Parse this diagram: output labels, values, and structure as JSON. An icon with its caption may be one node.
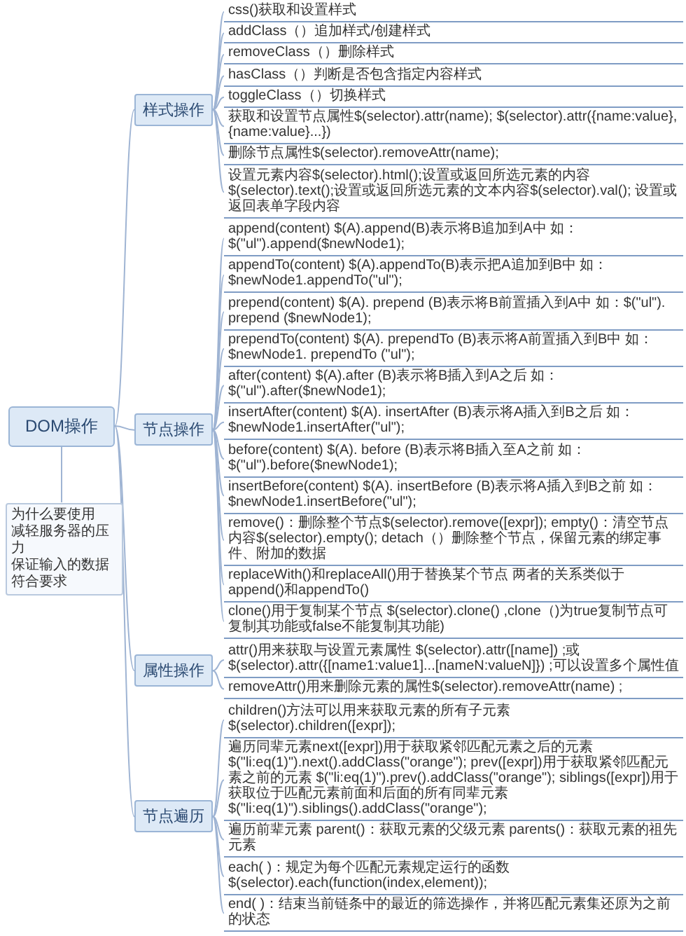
{
  "diagram": {
    "nodes": [
      {
        "text": [
          "DOM操作"
        ]
      },
      {
        "text": [
          "为什么要使用",
          "减轻服务器的压力",
          "保证输入的数据符合要求"
        ]
      },
      {
        "text": [
          "样式操作"
        ]
      },
      {
        "text": [
          "css()获取和设置样式"
        ]
      },
      {
        "text": [
          "addClass（）追加样式/创建样式"
        ]
      },
      {
        "text": [
          "removeClass（）删除样式"
        ]
      },
      {
        "text": [
          "hasClass（）判断是否包含指定内容样式"
        ]
      },
      {
        "text": [
          "toggleClass（）切换样式"
        ]
      },
      {
        "text": [
          "获取和设置节点属性$(selector).attr(name); $(selector).attr({name:value},{name:value}...})"
        ]
      },
      {
        "text": [
          "删除节点属性$(selector).removeAttr(name);"
        ]
      },
      {
        "text": [
          "设置元素内容$(selector).html();设置或返回所选元素的内容$(selector).text();设置或返回所选元素的文本内容$(selector).val();  设置或返回表单字段内容"
        ]
      },
      {
        "text": [
          "节点操作"
        ]
      },
      {
        "text": [
          "append(content) $(A).append(B)表示将B追加到A中 如：$(\"ul\").append($newNode1);"
        ]
      },
      {
        "text": [
          "appendTo(content) $(A).appendTo(B)表示把A追加到B中 如：$newNode1.appendTo(\"ul\");"
        ]
      },
      {
        "text": [
          "prepend(content) $(A). prepend (B)表示将B前置插入到A中 如：$(\"ul\"). prepend ($newNode1);"
        ]
      },
      {
        "text": [
          "prependTo(content) $(A). prependTo (B)表示将A前置插入到B中 如：$newNode1. prependTo (\"ul\");"
        ]
      },
      {
        "text": [
          "after(content) $(A).after (B)表示将B插入到A之后 如：$(\"ul\").after($newNode1);"
        ]
      },
      {
        "text": [
          "insertAfter(content) $(A). insertAfter (B)表示将A插入到B之后 如：$newNode1.insertAfter(\"ul\");"
        ]
      },
      {
        "text": [
          "before(content) $(A). before (B)表示将B插入至A之前 如：$(\"ul\").before($newNode1);"
        ]
      },
      {
        "text": [
          "insertBefore(content) $(A). insertBefore (B)表示将A插入到B之前 如：$newNode1.insertBefore(\"ul\");"
        ]
      },
      {
        "text": [
          "remove()：删除整个节点$(selector).remove([expr]); empty()：清空节点内容$(selector).empty(); detach（）删除整个节点，保留元素的绑定事件、附加的数据"
        ]
      },
      {
        "text": [
          "replaceWith()和replaceAll()用于替换某个节点 两者的关系类似于append()和appendTo()"
        ]
      },
      {
        "text": [
          "clone()用于复制某个节点 $(selector).clone() ,clone（)为true复制节点可复制其功能或false不能复制其功能)"
        ]
      },
      {
        "text": [
          "属性操作"
        ]
      },
      {
        "text": [
          "attr()用来获取与设置元素属性 $(selector).attr([name]) ;或 $(selector).attr({[name1:value1]...[nameN:valueN]}) ;可以设置多个属性值"
        ]
      },
      {
        "text": [
          "removeAttr()用来删除元素的属性$(selector).removeAttr(name) ;"
        ]
      },
      {
        "text": [
          "节点遍历"
        ]
      },
      {
        "text": [
          "children()方法可以用来获取元素的所有子元素 $(selector).children([expr]);"
        ]
      },
      {
        "text": [
          "遍历同辈元素next([expr])用于获取紧邻匹配元素之后的元素$(\"li:eq(1)\").next().addClass(\"orange\"); prev([expr])用于获取紧邻匹配元素之前的元素 $(\"li:eq(1)\").prev().addClass(\"orange\"); siblings([expr])用于获取位于匹配元素前面和后面的所有同辈元素 $(\"li:eq(1)\").siblings().addClass(\"orange\");"
        ]
      },
      {
        "text": [
          "遍历前辈元素 parent()：获取元素的父级元素 parents()：获取元素的祖先元素"
        ]
      },
      {
        "text": [
          "each( )：规定为每个匹配元素规定运行的函数 $(selector).each(function(index,element));"
        ]
      },
      {
        "text": [
          "end( )：结束当前链条中的最近的筛选操作，并将匹配元素集还原为之前的状态"
        ]
      }
    ],
    "edges": [
      {
        "from": 0,
        "to": 1,
        "arrow": "none"
      },
      {
        "from": 0,
        "to": 2,
        "arrow": "none"
      },
      {
        "from": 2,
        "to": 3,
        "arrow": "none"
      },
      {
        "from": 2,
        "to": 4,
        "arrow": "none"
      },
      {
        "from": 2,
        "to": 5,
        "arrow": "none"
      },
      {
        "from": 2,
        "to": 6,
        "arrow": "none"
      },
      {
        "from": 2,
        "to": 7,
        "arrow": "none"
      },
      {
        "from": 2,
        "to": 8,
        "arrow": "none"
      },
      {
        "from": 2,
        "to": 9,
        "arrow": "none"
      },
      {
        "from": 2,
        "to": 10,
        "arrow": "none"
      },
      {
        "from": 0,
        "to": 11,
        "arrow": "none"
      },
      {
        "from": 11,
        "to": 12,
        "arrow": "none"
      },
      {
        "from": 11,
        "to": 13,
        "arrow": "none"
      },
      {
        "from": 11,
        "to": 14,
        "arrow": "none"
      },
      {
        "from": 11,
        "to": 15,
        "arrow": "none"
      },
      {
        "from": 11,
        "to": 16,
        "arrow": "none"
      },
      {
        "from": 11,
        "to": 17,
        "arrow": "none"
      },
      {
        "from": 11,
        "to": 18,
        "arrow": "none"
      },
      {
        "from": 11,
        "to": 19,
        "arrow": "none"
      },
      {
        "from": 11,
        "to": 20,
        "arrow": "none"
      },
      {
        "from": 11,
        "to": 21,
        "arrow": "none"
      },
      {
        "from": 11,
        "to": 22,
        "arrow": "none"
      },
      {
        "from": 0,
        "to": 23,
        "arrow": "none"
      },
      {
        "from": 23,
        "to": 24,
        "arrow": "none"
      },
      {
        "from": 23,
        "to": 25,
        "arrow": "none"
      },
      {
        "from": 0,
        "to": 26,
        "arrow": "none"
      },
      {
        "from": 26,
        "to": 27,
        "arrow": "none"
      },
      {
        "from": 26,
        "to": 28,
        "arrow": "none"
      },
      {
        "from": 26,
        "to": 29,
        "arrow": "none"
      },
      {
        "from": 26,
        "to": 30,
        "arrow": "none"
      },
      {
        "from": 26,
        "to": 31,
        "arrow": "none"
      }
    ]
  }
}
